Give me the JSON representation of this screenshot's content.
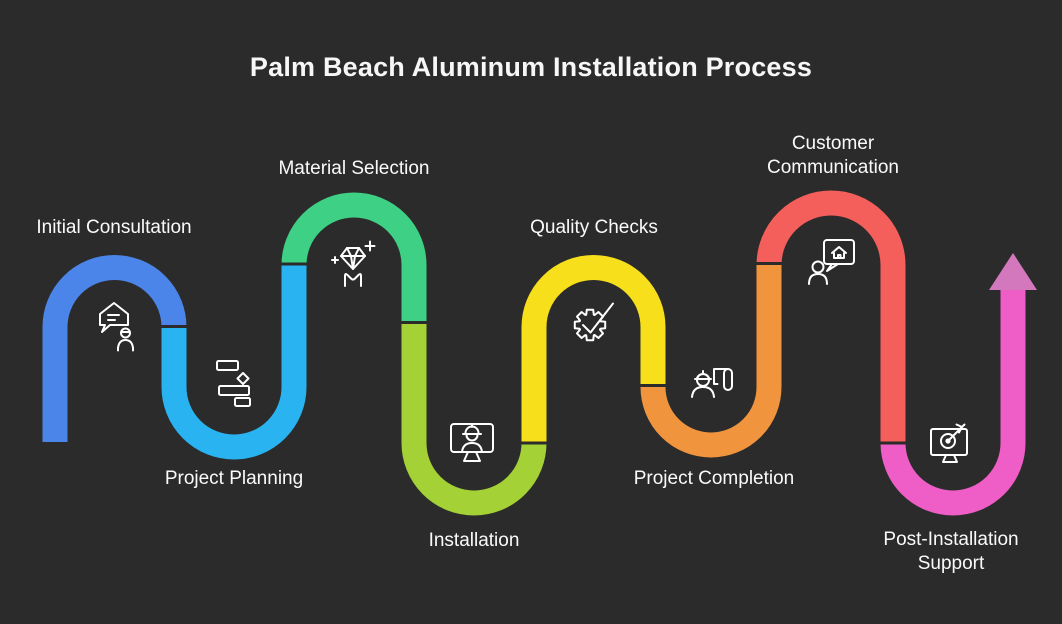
{
  "title": "Palm Beach Aluminum Installation Process",
  "colors": {
    "background": "#2b2b2b",
    "title_text": "#f7f7f7",
    "label_text": "#fafafa",
    "icon_stroke": "#ffffff"
  },
  "steps": [
    {
      "label": "Initial Consultation",
      "color": "#4b85ea",
      "icon": "house-chat-person"
    },
    {
      "label": "Project Planning",
      "color": "#29b3f1",
      "icon": "gantt-tasks"
    },
    {
      "label": "Material Selection",
      "color": "#3ed084",
      "icon": "diamond-sparkles"
    },
    {
      "label": "Installation",
      "color": "#a4d135",
      "icon": "monitor-engineer"
    },
    {
      "label": "Quality Checks",
      "color": "#f7e01b",
      "icon": "gear-checkmark"
    },
    {
      "label": "Project Completion",
      "color": "#f0953e",
      "icon": "engineer-blueprint"
    },
    {
      "label": "Customer Communication",
      "color": "#f45f5b",
      "icon": "person-home-message"
    },
    {
      "label": "Post-Installation Support",
      "color": "#ee5ec6",
      "icon": "monitor-dart-target"
    }
  ],
  "arrow": {
    "shaft_color": "#ee5ec6",
    "head_color": "#d478be"
  }
}
